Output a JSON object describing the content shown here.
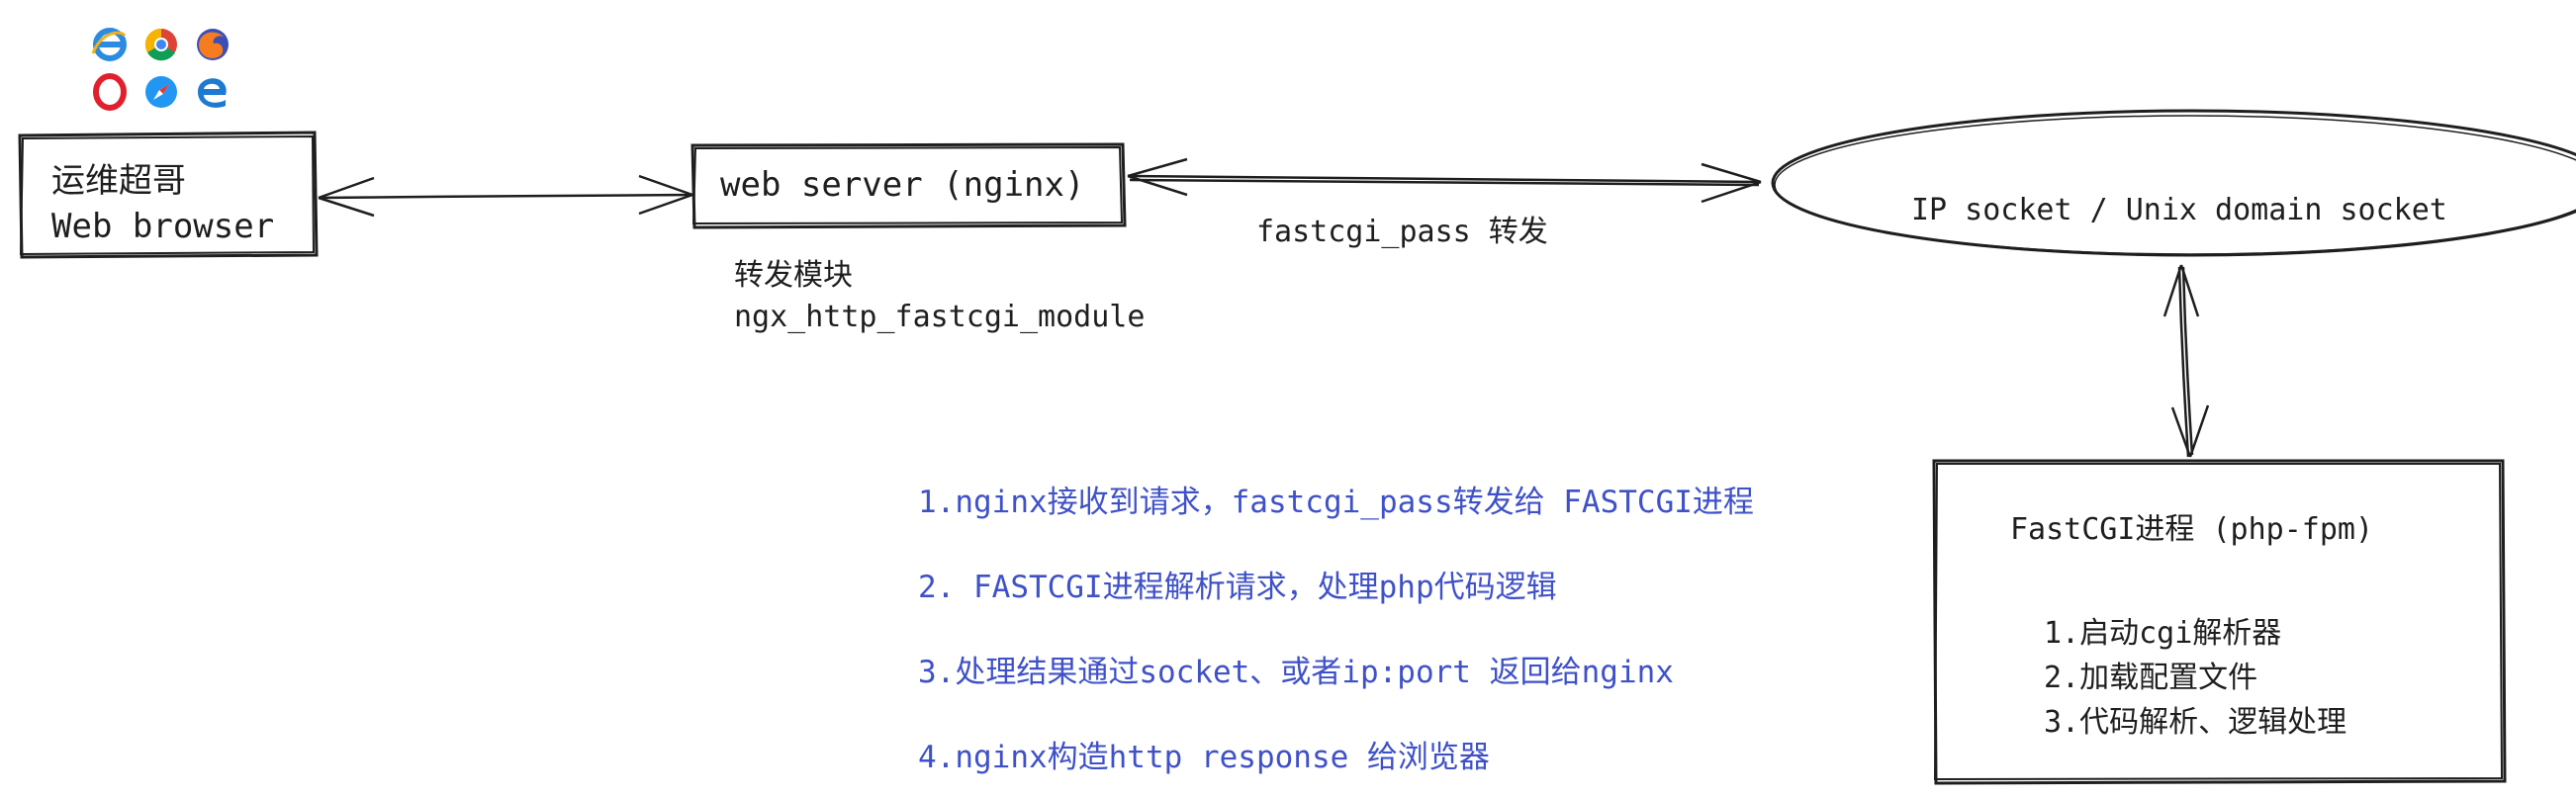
{
  "browser_box": {
    "line1": "运维超哥",
    "line2": "Web browser"
  },
  "browser_icons": [
    "ie-icon",
    "chrome-icon",
    "firefox-icon",
    "opera-icon",
    "safari-icon",
    "edge-icon"
  ],
  "web_server_box": {
    "label": "web server (nginx)"
  },
  "web_server_note": {
    "line1": "转发模块",
    "line2": "ngx_http_fastcgi_module"
  },
  "pass_label": "fastcgi_pass 转发",
  "socket_ellipse": {
    "label": "IP socket / Unix domain socket"
  },
  "fastcgi_box": {
    "title": "FastCGI进程 (php-fpm)",
    "items": [
      "1.启动cgi解析器",
      "2.加载配置文件",
      "3.代码解析、逻辑处理"
    ]
  },
  "steps": [
    "1.nginx接收到请求，fastcgi_pass转发给 FASTCGI进程",
    "2. FASTCGI进程解析请求，处理php代码逻辑",
    "3.处理结果通过socket、或者ip:port 返回给nginx",
    "4.nginx构造http response 给浏览器"
  ],
  "colors": {
    "stroke": "#1e1e1e",
    "steps_text": "#3f51c8"
  }
}
